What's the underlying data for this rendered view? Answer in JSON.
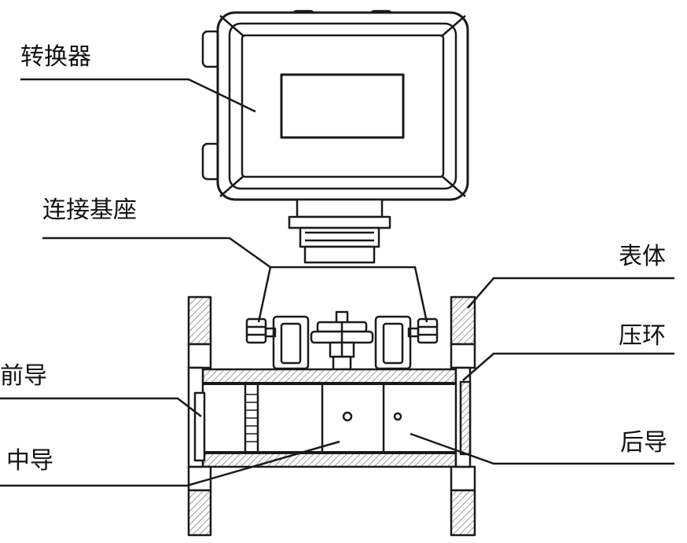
{
  "diagram": {
    "labels": {
      "converter": "转换器",
      "connection_base": "连接基座",
      "meter_body": "表体",
      "pressure_ring": "压环",
      "front_guide": "前导",
      "middle_guide": "中导",
      "rear_guide": "后导"
    },
    "colors": {
      "line": "#1a1a1a",
      "hatch": "#9a9a9a",
      "background": "#ffffff"
    }
  }
}
